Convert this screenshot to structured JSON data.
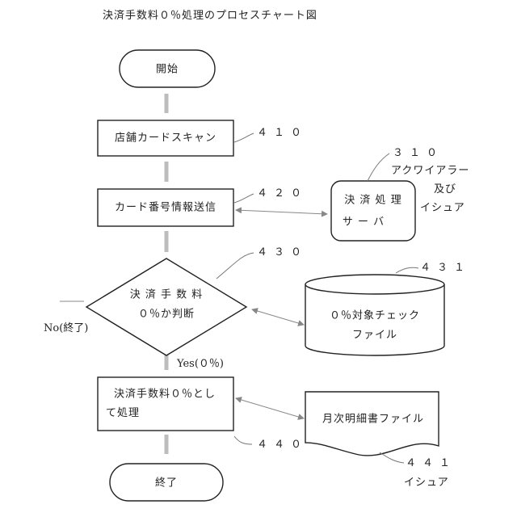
{
  "title": "決済手数料０％処理のプロセスチャート図",
  "nodes": {
    "start": "開始",
    "step410": "店舗カードスキャン",
    "step420": "カード番号情報送信",
    "decision_line1": "決 済 手 数 料",
    "decision_line2": "０％か判断",
    "step440_line1": "決済手数料０％とし",
    "step440_line2": "て処理",
    "end": "終了",
    "server_line1": "決 済 処 理",
    "server_line2": "サ ー バ",
    "check_file_line1": "０％対象チェック",
    "check_file_line2": "ファイル",
    "monthly_file": "月次明細書ファイル"
  },
  "refs": {
    "r410": "４１０",
    "r420": "４２０",
    "r430": "４３０",
    "r431": "４３１",
    "r440": "４４０",
    "r441": "４４１",
    "r310": "３１０"
  },
  "annotations": {
    "acquirer": "アクワイアラー",
    "and": "及び",
    "issuer": "イシュア",
    "issuer_441": "イシュア",
    "no_label": "No(終了)",
    "yes_label": "Yes(０％)"
  }
}
